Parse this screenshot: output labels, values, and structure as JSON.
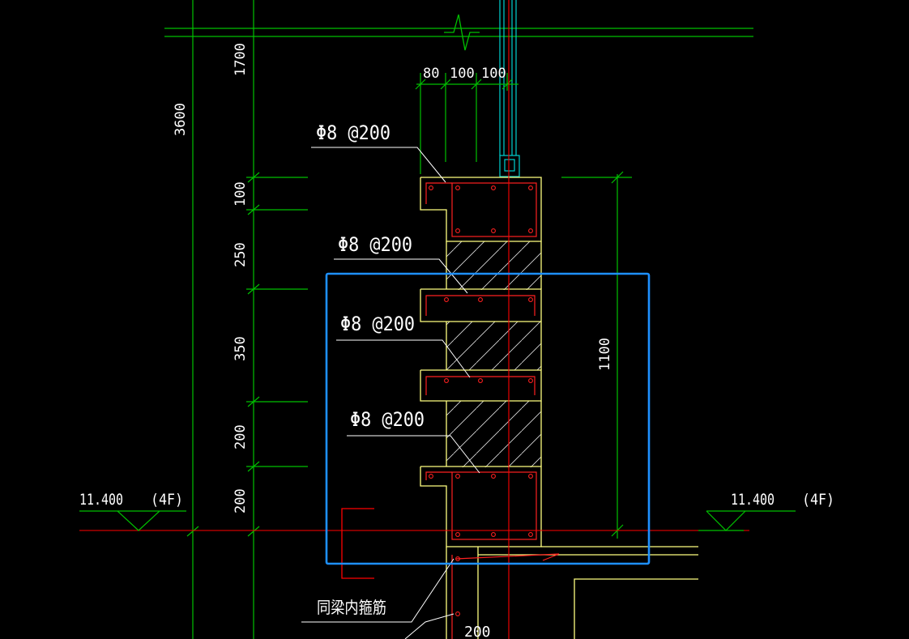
{
  "drawing": {
    "colors": {
      "background": "#000000",
      "dimension": "#00c000",
      "outline": "#ffff80",
      "rebar": "#ff2020",
      "axis": "#ff0000",
      "text": "#ffffff",
      "column": "#00d0d0",
      "selection": "#1e90ff"
    },
    "dimensions_left": {
      "total": "3600",
      "segments": [
        "1700",
        "100",
        "250",
        "350",
        "200",
        "200"
      ]
    },
    "dimensions_top": [
      "80",
      "100",
      "100"
    ],
    "dimension_right": "1100",
    "rebar_labels": [
      "Φ8 @200",
      "Φ8 @200",
      "Φ8 @200",
      "Φ8 @200"
    ],
    "elevation_left": {
      "value": "11.400",
      "floor": "(4F)"
    },
    "elevation_right": {
      "value": "11.400",
      "floor": "(4F)"
    },
    "bottom_note": "同梁内箍筋",
    "bottom_dimension": "200",
    "break_symbol": "break-line-icon",
    "selection_box": "selection-rectangle"
  }
}
